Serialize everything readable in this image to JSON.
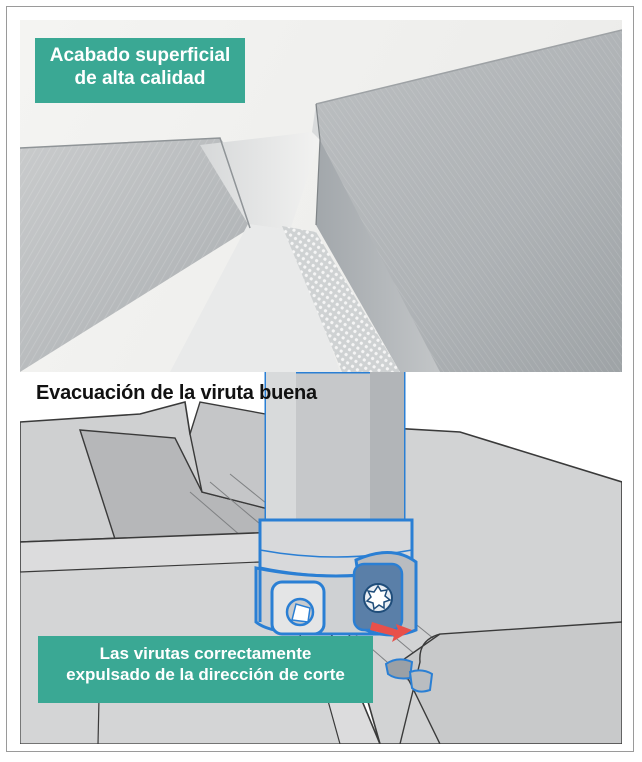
{
  "panels": {
    "top": {
      "label_lines": [
        "Acabado superficial",
        "de alta calidad"
      ]
    },
    "bottom": {
      "heading": "Evacuación de la viruta buena",
      "label_lines": [
        "Las virutas correctamente",
        "expulsado de la dirección de corte"
      ]
    }
  },
  "colors": {
    "accent": "#3aa894",
    "tool_outline": "#2a7fd4",
    "chip_arrow": "#e8504a"
  },
  "icons": {
    "insert_screw": "torx-screw-icon",
    "chip_arrow": "arrow-icon"
  }
}
